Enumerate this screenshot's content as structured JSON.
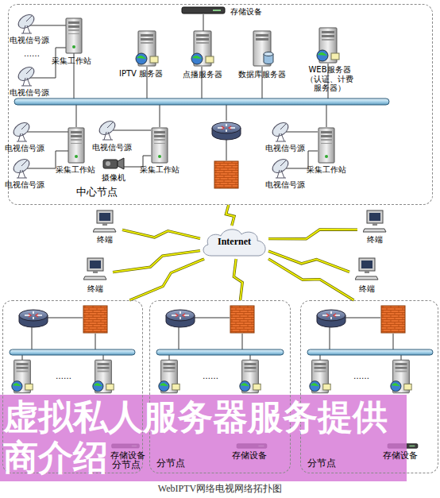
{
  "diagram": {
    "caption": "WebIPTV网络电视网络拓扑图",
    "nodes": [
      {
        "text": [
          "中心节点"
        ]
      },
      {
        "text": [
          "终端"
        ]
      },
      {
        "text": [
          "终端"
        ]
      },
      {
        "text": [
          "Internet"
        ]
      },
      {
        "text": [
          "终端"
        ]
      },
      {
        "text": [
          "终端"
        ]
      },
      {
        "text": [
          "分节点"
        ]
      },
      {
        "text": [
          "分节点"
        ]
      },
      {
        "text": [
          "分节点"
        ]
      }
    ],
    "edges": [
      {
        "from": 3,
        "to": 0,
        "arrow": "none"
      },
      {
        "from": 3,
        "to": 1,
        "arrow": "none"
      },
      {
        "from": 3,
        "to": 2,
        "arrow": "none"
      },
      {
        "from": 3,
        "to": 4,
        "arrow": "none"
      },
      {
        "from": 3,
        "to": 5,
        "arrow": "none"
      },
      {
        "from": 3,
        "to": 6,
        "arrow": "none"
      },
      {
        "from": 3,
        "to": 7,
        "arrow": "none"
      },
      {
        "from": 3,
        "to": 8,
        "arrow": "none"
      }
    ],
    "labels": [
      "存储设备",
      "电视信号源",
      "……",
      "电视信号源",
      "采集工作站",
      "IPTV 服务器",
      "点播服务器",
      "数据库服务器",
      "WEB服务器（认证、计费服务器）",
      "电视信号源",
      "电视信号源",
      "采集工作站",
      "电视信号源",
      "摄像机",
      "采集工作站",
      "电视信号源",
      "电视信号源",
      "采集工作站",
      "……",
      "存储设备",
      "……",
      "存储设备",
      "……",
      "存储设备",
      "虚拟私人服务器服务提供商介绍"
    ]
  }
}
